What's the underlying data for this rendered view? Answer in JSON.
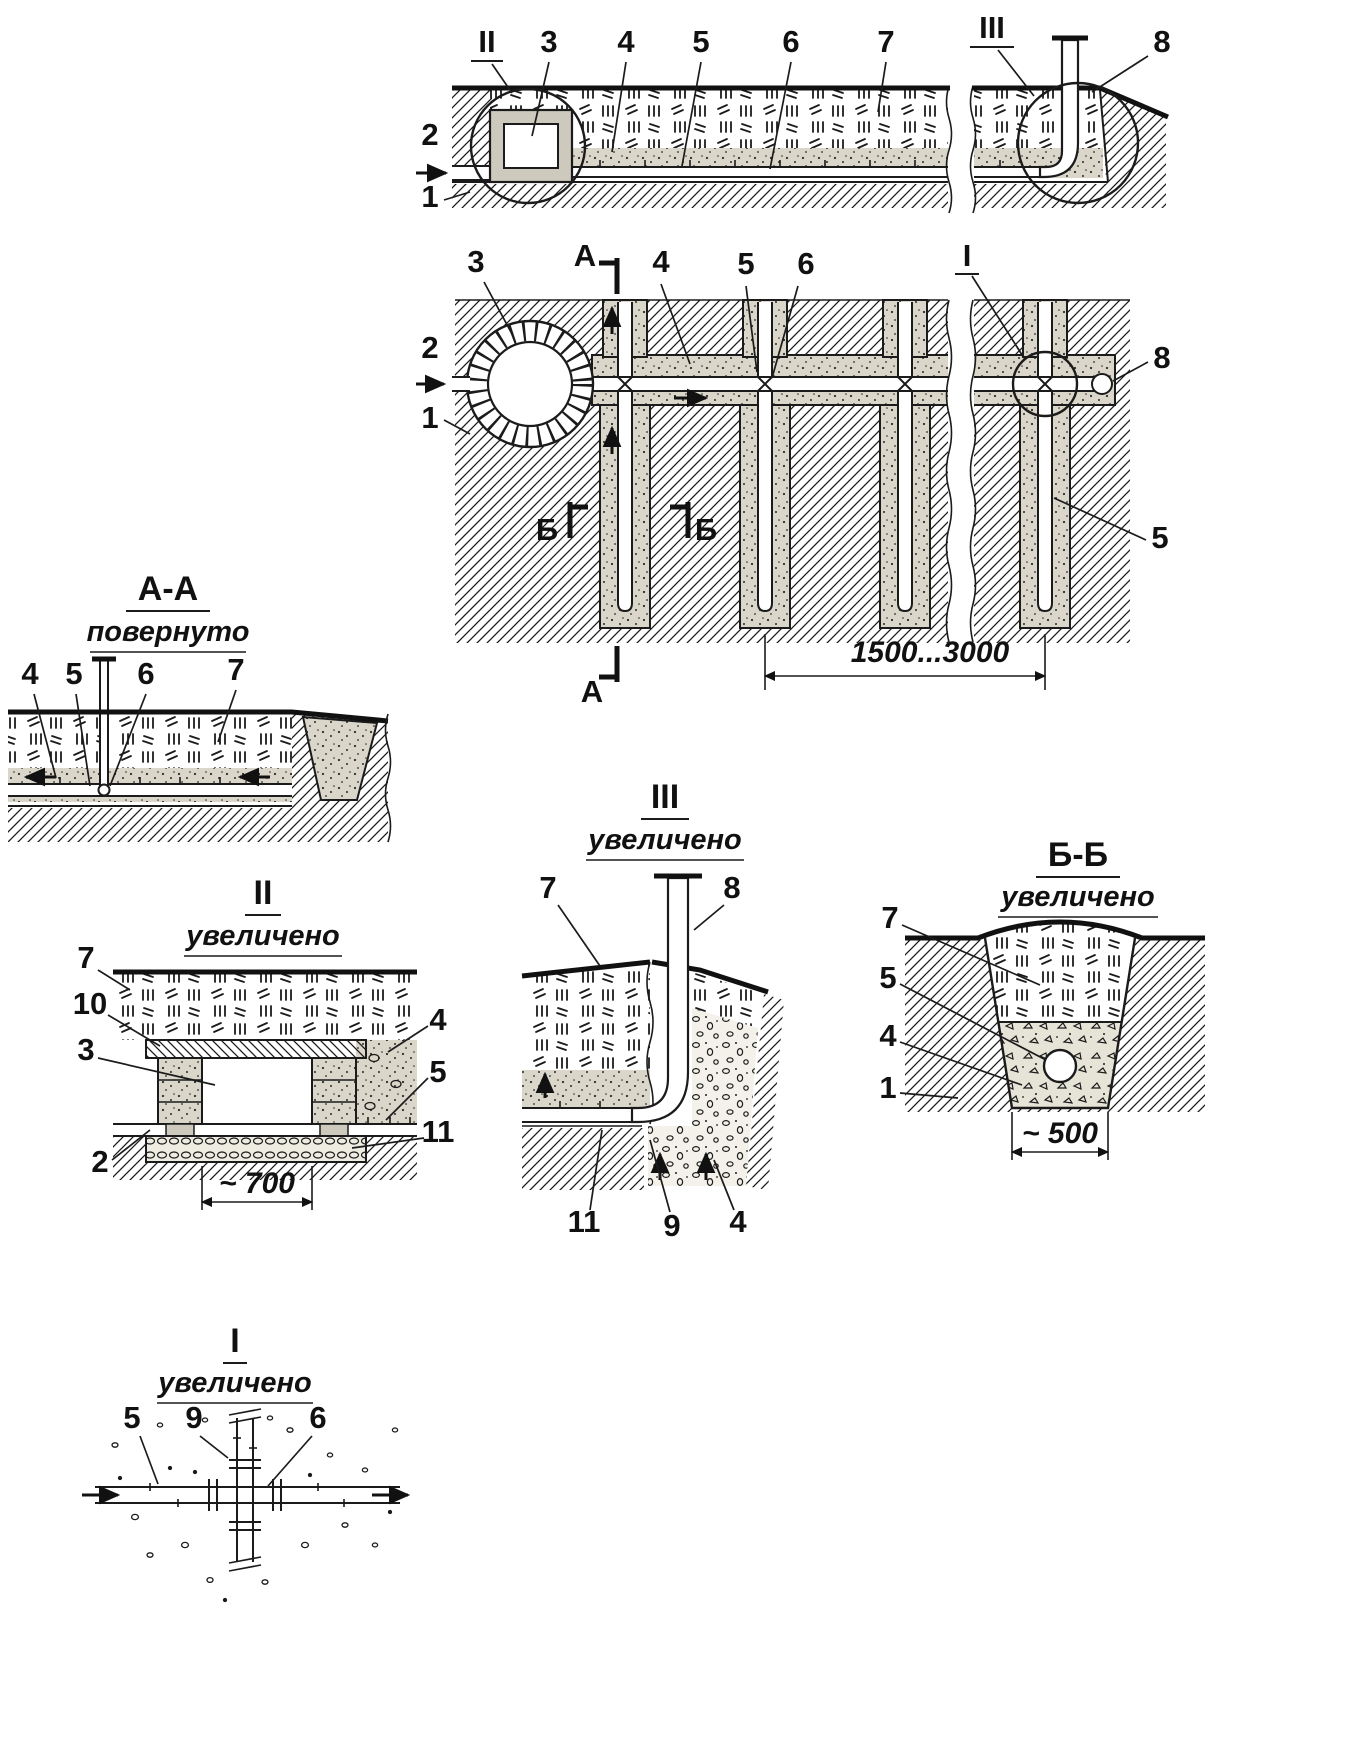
{
  "top_section": {
    "labels": {
      "d2": "II",
      "n3": "3",
      "n4": "4",
      "n5": "5",
      "n6": "6",
      "n7": "7",
      "d3": "III",
      "n8": "8",
      "n2": "2",
      "n1": "1"
    }
  },
  "plan": {
    "labels": {
      "n3": "3",
      "a_top": "А",
      "n4": "4",
      "n5": "5",
      "n6": "6",
      "d1": "I",
      "n8": "8",
      "n2": "2",
      "n1": "1",
      "b_left": "Б",
      "b_right": "Б",
      "n5r": "5",
      "a_bottom": "А"
    },
    "dim_spacing": "1500...3000"
  },
  "section_aa": {
    "title": "А-А",
    "subtitle": "повернуто",
    "labels": {
      "n4": "4",
      "n5": "5",
      "n6": "6",
      "n7": "7"
    }
  },
  "detail_ii": {
    "title": "II",
    "subtitle": "увеличено",
    "labels": {
      "n7": "7",
      "n10": "10",
      "n3": "3",
      "n2": "2",
      "n4": "4",
      "n5": "5",
      "n11": "11"
    },
    "dim_width": "~ 700"
  },
  "detail_iii": {
    "title": "III",
    "subtitle": "увеличено",
    "labels": {
      "n7": "7",
      "n8": "8",
      "n11": "11",
      "n9": "9",
      "n4": "4"
    }
  },
  "section_bb": {
    "title": "Б-Б",
    "subtitle": "увеличено",
    "labels": {
      "n7": "7",
      "n5": "5",
      "n4": "4",
      "n1": "1"
    },
    "dim_width": "~ 500"
  },
  "detail_i": {
    "title": "I",
    "subtitle": "увеличено",
    "labels": {
      "n5": "5",
      "n9": "9",
      "n6": "6"
    }
  }
}
